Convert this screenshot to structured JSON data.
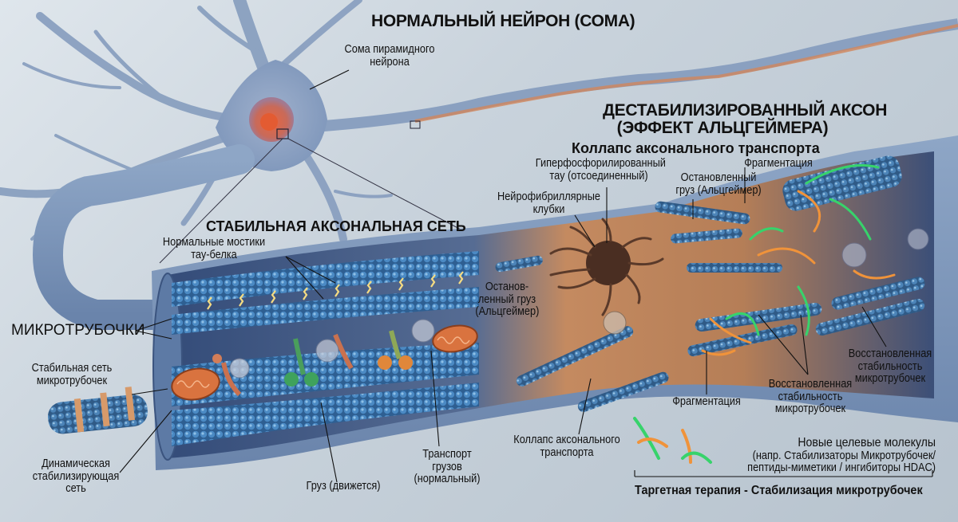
{
  "title": "НОРМАЛЬНЫЙ НЕЙРОН (СОМА)",
  "colors": {
    "background": "#c9d3dc",
    "neuron_membrane": "#8fa6c4",
    "axon_tube": "#4f6b95",
    "microtubule": "#3f7fb8",
    "tau_highlight": "#f4d27a",
    "degraded_cytoplasm": "#c98c5d",
    "tangle": "#4a2e22",
    "stabilizer_green": "#37d36b",
    "stabilizer_orange": "#f0933a",
    "mitochondria": "#d9733f"
  },
  "sections": {
    "normal_neuron": {
      "heading": "НОРМАЛЬНЫЙ НЕЙРОН (СОМА)",
      "soma_label_line1": "Сома пирамидного",
      "soma_label_line2": "нейрона"
    },
    "stable_network": {
      "heading": "СТАБИЛЬНАЯ АКСОНАЛЬНАЯ СЕТЬ",
      "tau_bridges_line1": "Нормальные мостики",
      "tau_bridges_line2": "тау-белка",
      "microtubules": "МИКРОТРУБОЧКИ",
      "stable_net_line1": "Стабильная сеть",
      "stable_net_line2": "микротрубочек",
      "dynamic_line1": "Динамическая",
      "dynamic_line2": "стабилизирующая",
      "dynamic_line3": "сеть",
      "cargo_moving": "Груз (движется)",
      "transport_line1": "Транспорт",
      "transport_line2": "грузов",
      "transport_line3": "(нормальный)"
    },
    "destabilized": {
      "heading_line1": "ДЕСТАБИЛИЗИРОВАННЫЙ АКСОН",
      "heading_line2": "(ЭФФЕКТ АЛЬЦГЕЙМЕРА)",
      "subheading": "Коллапс аксонального транспорта",
      "hyperphos_line1": "Гиперфосфорилированный",
      "hyperphos_line2": "тау (отсоединенный)",
      "fragmentation_top": "Фрагментация",
      "stopped_cargo_top_line1": "Остановленный",
      "stopped_cargo_top_line2": "груз (Альцгеймер)",
      "tangles_line1": "Нейрофибриллярные",
      "tangles_line2": "клубки",
      "stopped_cargo_mid_line1": "Останов-",
      "stopped_cargo_mid_line2": "ленный груз",
      "stopped_cargo_mid_line3": "(Альцгеймер)",
      "fragmentation_bottom": "Фрагментация",
      "collapse_line1": "Коллапс аксонального",
      "collapse_line2": "транспорта",
      "restored_mid_line1": "Восстановленная",
      "restored_mid_line2": "стабильность",
      "restored_mid_line3": "микротрубочек",
      "restored_right_line1": "Восстановленная",
      "restored_right_line2": "стабильность",
      "restored_right_line3": "микротрубочек"
    },
    "therapy": {
      "molecules_line1": "Новые целевые молекулы",
      "molecules_line2": "(напр. Стабилизаторы Микротрубочек/",
      "molecules_line3": "пептиды-миметики / ингибиторы HDAC)",
      "caption": "Таргетная терапия - Стабилизация микротрубочек"
    }
  }
}
